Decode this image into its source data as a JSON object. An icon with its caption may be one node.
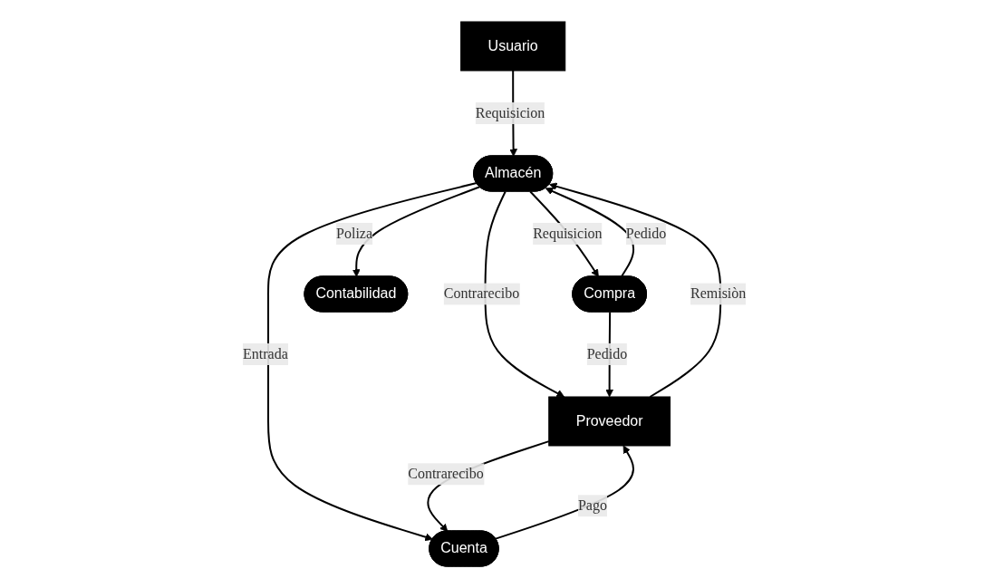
{
  "diagram": {
    "nodes": [
      {
        "text": [
          "Usuario"
        ]
      },
      {
        "text": [
          "Compra"
        ]
      },
      {
        "text": [
          "Almacén"
        ]
      },
      {
        "text": [
          "Contabilidad"
        ]
      },
      {
        "text": [
          "Cuenta"
        ]
      },
      {
        "text": [
          "Proveedor"
        ]
      }
    ],
    "edges": [
      {
        "from": 0,
        "to": 2,
        "arrow": "to",
        "label": "Requisicion"
      },
      {
        "from": 1,
        "to": 2,
        "arrow": "to",
        "label": "Pedido"
      },
      {
        "from": 2,
        "to": 1,
        "arrow": "to",
        "label": "Requisicion"
      },
      {
        "from": 2,
        "to": 3,
        "arrow": "to",
        "label": "Poliza"
      },
      {
        "from": 2,
        "to": 4,
        "arrow": "to",
        "label": "Entrada"
      },
      {
        "from": 5,
        "to": 2,
        "arrow": "to",
        "label": "Remisiòn"
      },
      {
        "from": 2,
        "to": 5,
        "arrow": "to",
        "label": "Contrarecibo"
      },
      {
        "from": 4,
        "to": 5,
        "arrow": "to",
        "label": "Pago"
      },
      {
        "from": 5,
        "to": 4,
        "arrow": "to",
        "label": "Contrarecibo"
      },
      {
        "from": 1,
        "to": 5,
        "arrow": "to",
        "label": "Pedido"
      }
    ]
  }
}
